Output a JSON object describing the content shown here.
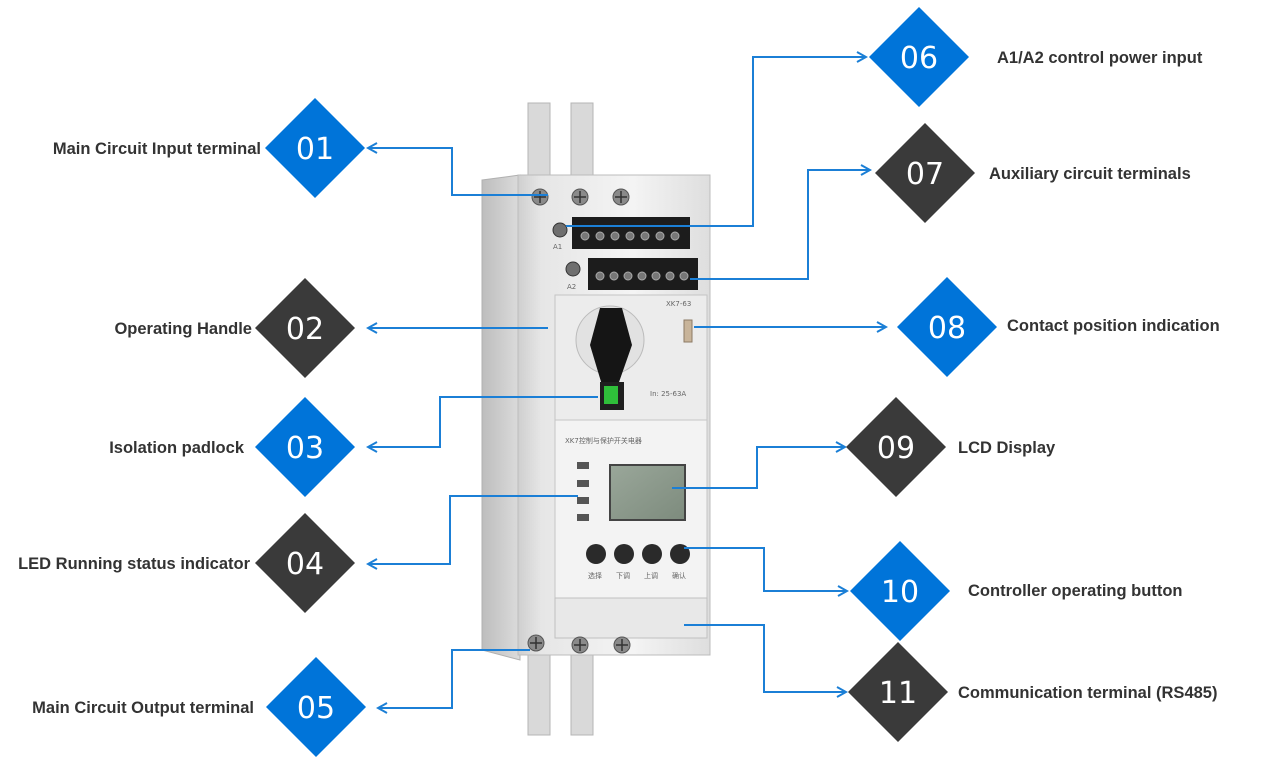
{
  "colors": {
    "blue": "#0074d9",
    "dark": "#3a3a3a",
    "connector": "#1b7fd6",
    "label": "#333333"
  },
  "device": {
    "model_tag": "XK7-63",
    "rating": "In: 25-63A",
    "panel_title": "XK7控制与保护开关电器",
    "terminal_a1": "A1",
    "terminal_a2": "A2",
    "buttons": [
      "选择",
      "下调",
      "上调",
      "确认"
    ]
  },
  "callouts": [
    {
      "id": "01",
      "label": "Main Circuit Input terminal",
      "color": "blue"
    },
    {
      "id": "02",
      "label": "Operating Handle",
      "color": "dark"
    },
    {
      "id": "03",
      "label": "Isolation padlock",
      "color": "blue"
    },
    {
      "id": "04",
      "label": "LED Running status indicator",
      "color": "dark"
    },
    {
      "id": "05",
      "label": "Main Circuit Output terminal",
      "color": "blue"
    },
    {
      "id": "06",
      "label": "A1/A2 control power input",
      "color": "blue"
    },
    {
      "id": "07",
      "label": "Auxiliary circuit terminals",
      "color": "dark"
    },
    {
      "id": "08",
      "label": "Contact position indication",
      "color": "blue"
    },
    {
      "id": "09",
      "label": "LCD Display",
      "color": "dark"
    },
    {
      "id": "10",
      "label": "Controller operating button",
      "color": "blue"
    },
    {
      "id": "11",
      "label": "Communication terminal (RS485)",
      "color": "dark"
    }
  ]
}
